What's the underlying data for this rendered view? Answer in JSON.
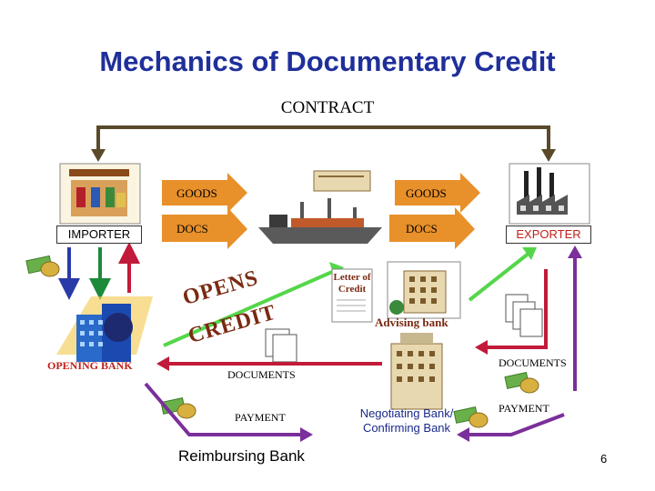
{
  "title": "Mechanics of Documentary Credit",
  "contract_label": "CONTRACT",
  "importer_label": "IMPORTER",
  "exporter_label": "EXPORTER",
  "goods_left": "GOODS",
  "goods_right": "GOODS",
  "docs_left": "DOCS",
  "docs_right": "DOCS",
  "letter_of_credit": "Letter of Credit",
  "advising_bank": "Advising bank",
  "opening_bank": "OPENING BANK",
  "open_word": "OPENS",
  "credit_word": "CREDIT",
  "documents_left": "DOCUMENTS",
  "documents_right": "DOCUMENTS",
  "payment_left": "PAYMENT",
  "payment_right": "PAYMENT",
  "negotiating_bank": "Negotiating Bank/ Confirming Bank",
  "reimbursing_bank": "Reimbursing Bank",
  "page_number": "6",
  "colors": {
    "title": "#1f2f9a",
    "contract_line": "#5a4a2a",
    "arrow_orange": "#e8902a",
    "arrow_green": "#55d64a",
    "arrow_red": "#c21a3a",
    "arrow_purple": "#7a2f9a",
    "arrow_darkgreen": "#1d8a3a",
    "exporter": "#c0201a"
  }
}
